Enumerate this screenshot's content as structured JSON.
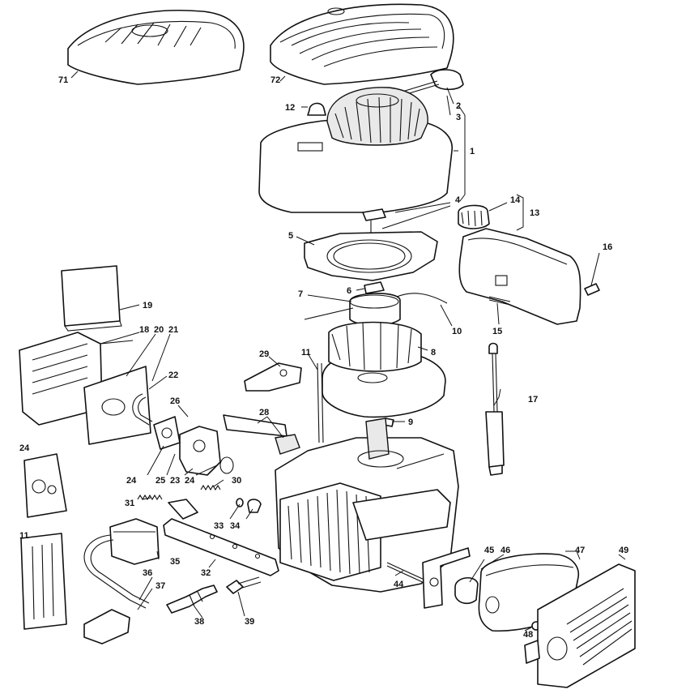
{
  "callouts": [
    {
      "id": "c71",
      "text": "71"
    },
    {
      "id": "c72",
      "text": "72"
    },
    {
      "id": "c2",
      "text": "2"
    },
    {
      "id": "c3",
      "text": "3"
    },
    {
      "id": "c12",
      "text": "12"
    },
    {
      "id": "c1",
      "text": "1"
    },
    {
      "id": "c4",
      "text": "4"
    },
    {
      "id": "c14",
      "text": "14"
    },
    {
      "id": "c13",
      "text": "13"
    },
    {
      "id": "c5",
      "text": "5"
    },
    {
      "id": "c16",
      "text": "16"
    },
    {
      "id": "c6",
      "text": "6"
    },
    {
      "id": "c7",
      "text": "7"
    },
    {
      "id": "c19",
      "text": "19"
    },
    {
      "id": "c10",
      "text": "10"
    },
    {
      "id": "c15",
      "text": "15"
    },
    {
      "id": "c18",
      "text": "18"
    },
    {
      "id": "c20",
      "text": "20"
    },
    {
      "id": "c21",
      "text": "21"
    },
    {
      "id": "c8",
      "text": "8"
    },
    {
      "id": "c29",
      "text": "29"
    },
    {
      "id": "c11a",
      "text": "11"
    },
    {
      "id": "c22",
      "text": "22"
    },
    {
      "id": "c17",
      "text": "17"
    },
    {
      "id": "c26",
      "text": "26"
    },
    {
      "id": "c28",
      "text": "28"
    },
    {
      "id": "c9",
      "text": "9"
    },
    {
      "id": "c24a",
      "text": "24"
    },
    {
      "id": "c24b",
      "text": "24"
    },
    {
      "id": "c25",
      "text": "25"
    },
    {
      "id": "c23",
      "text": "23"
    },
    {
      "id": "c24c",
      "text": "24"
    },
    {
      "id": "c30",
      "text": "30"
    },
    {
      "id": "c31",
      "text": "31"
    },
    {
      "id": "c33",
      "text": "33"
    },
    {
      "id": "c34",
      "text": "34"
    },
    {
      "id": "c11b",
      "text": "11"
    },
    {
      "id": "c35",
      "text": "35"
    },
    {
      "id": "c45",
      "text": "45"
    },
    {
      "id": "c46",
      "text": "46"
    },
    {
      "id": "c47",
      "text": "47"
    },
    {
      "id": "c49",
      "text": "49"
    },
    {
      "id": "c32",
      "text": "32"
    },
    {
      "id": "c36",
      "text": "36"
    },
    {
      "id": "c37",
      "text": "37"
    },
    {
      "id": "c44",
      "text": "44"
    },
    {
      "id": "c38",
      "text": "38"
    },
    {
      "id": "c39",
      "text": "39"
    },
    {
      "id": "c48",
      "text": "48"
    }
  ]
}
